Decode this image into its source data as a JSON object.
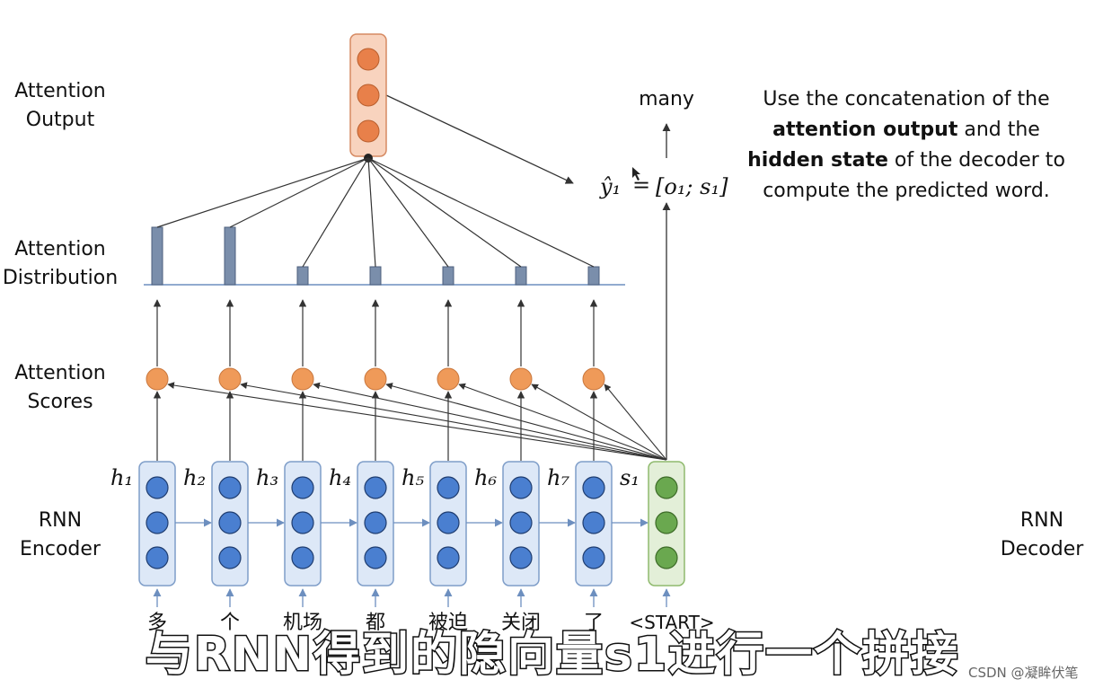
{
  "labels": {
    "attention_output": [
      "Attention",
      "Output"
    ],
    "attention_distribution": [
      "Attention",
      "Distribution"
    ],
    "attention_scores": [
      "Attention",
      "Scores"
    ],
    "rnn_encoder": [
      "RNN",
      "Encoder"
    ],
    "rnn_decoder": [
      "RNN",
      "Decoder"
    ]
  },
  "output_word": "many",
  "equation": {
    "lhs": "ŷ₁",
    "eq": "=",
    "rhs": "[o₁; s₁]"
  },
  "note": {
    "part1": "Use the concatenation of the",
    "bold1": "attention output",
    "part2": "and the",
    "bold2": "hidden state",
    "part3": "of the decoder to compute the predicted word."
  },
  "encoder": {
    "hidden_labels": [
      "h₁",
      "h₂",
      "h₃",
      "h₄",
      "h₅",
      "h₆",
      "h₇"
    ],
    "tokens": [
      "多",
      "个",
      "机场",
      "都",
      "被迫",
      "关闭",
      "了"
    ]
  },
  "decoder": {
    "state_label": "s₁",
    "token": "<START>"
  },
  "attention_weights": [
    0.9,
    0.9,
    0.25,
    0.25,
    0.25,
    0.25,
    0.25
  ],
  "colors": {
    "encoder_fill": "#dde8f7",
    "encoder_stroke": "#7f9ec9",
    "encoder_dot": "#4a7fd0",
    "decoder_fill": "#e3efd8",
    "decoder_stroke": "#8fba6e",
    "decoder_dot": "#6aa84f",
    "score": "#ef9a59",
    "output_fill": "#f8d3be",
    "output_stroke": "#d68a62",
    "bar": "#7a8eab",
    "baseline": "#6d8fbf"
  },
  "subtitle": "与RNN得到的隐向量s1进行一个拼接",
  "watermark": "CSDN @凝眸伏笔"
}
